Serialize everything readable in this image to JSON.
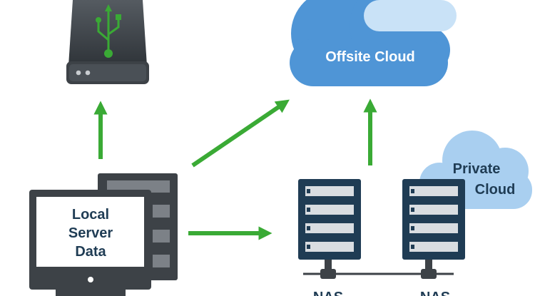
{
  "labels": {
    "offsite_cloud": "Offsite Cloud",
    "private_cloud_line1": "Private",
    "private_cloud_line2": "Cloud",
    "local_line1": "Local",
    "local_line2": "Server",
    "local_line3": "Data",
    "nas_left": "NAS",
    "nas_right": "NAS"
  },
  "icons": {
    "usb_drive": "usb-icon",
    "offsite": "cloud-icon",
    "private": "cloud-icon",
    "workstation": "desktop-computer-icon",
    "nas": "server-rack-icon"
  },
  "colors": {
    "arrow": "#3aaa35",
    "usb_symbol": "#3aaa35",
    "dark_device": "#3d4247",
    "server_rack": "#1f3c54",
    "offsite_cloud": "#4f95d6",
    "offsite_cloud_highlight": "#c9e2f7",
    "private_cloud": "#a9cff0",
    "label_text": "#1f3c54"
  }
}
